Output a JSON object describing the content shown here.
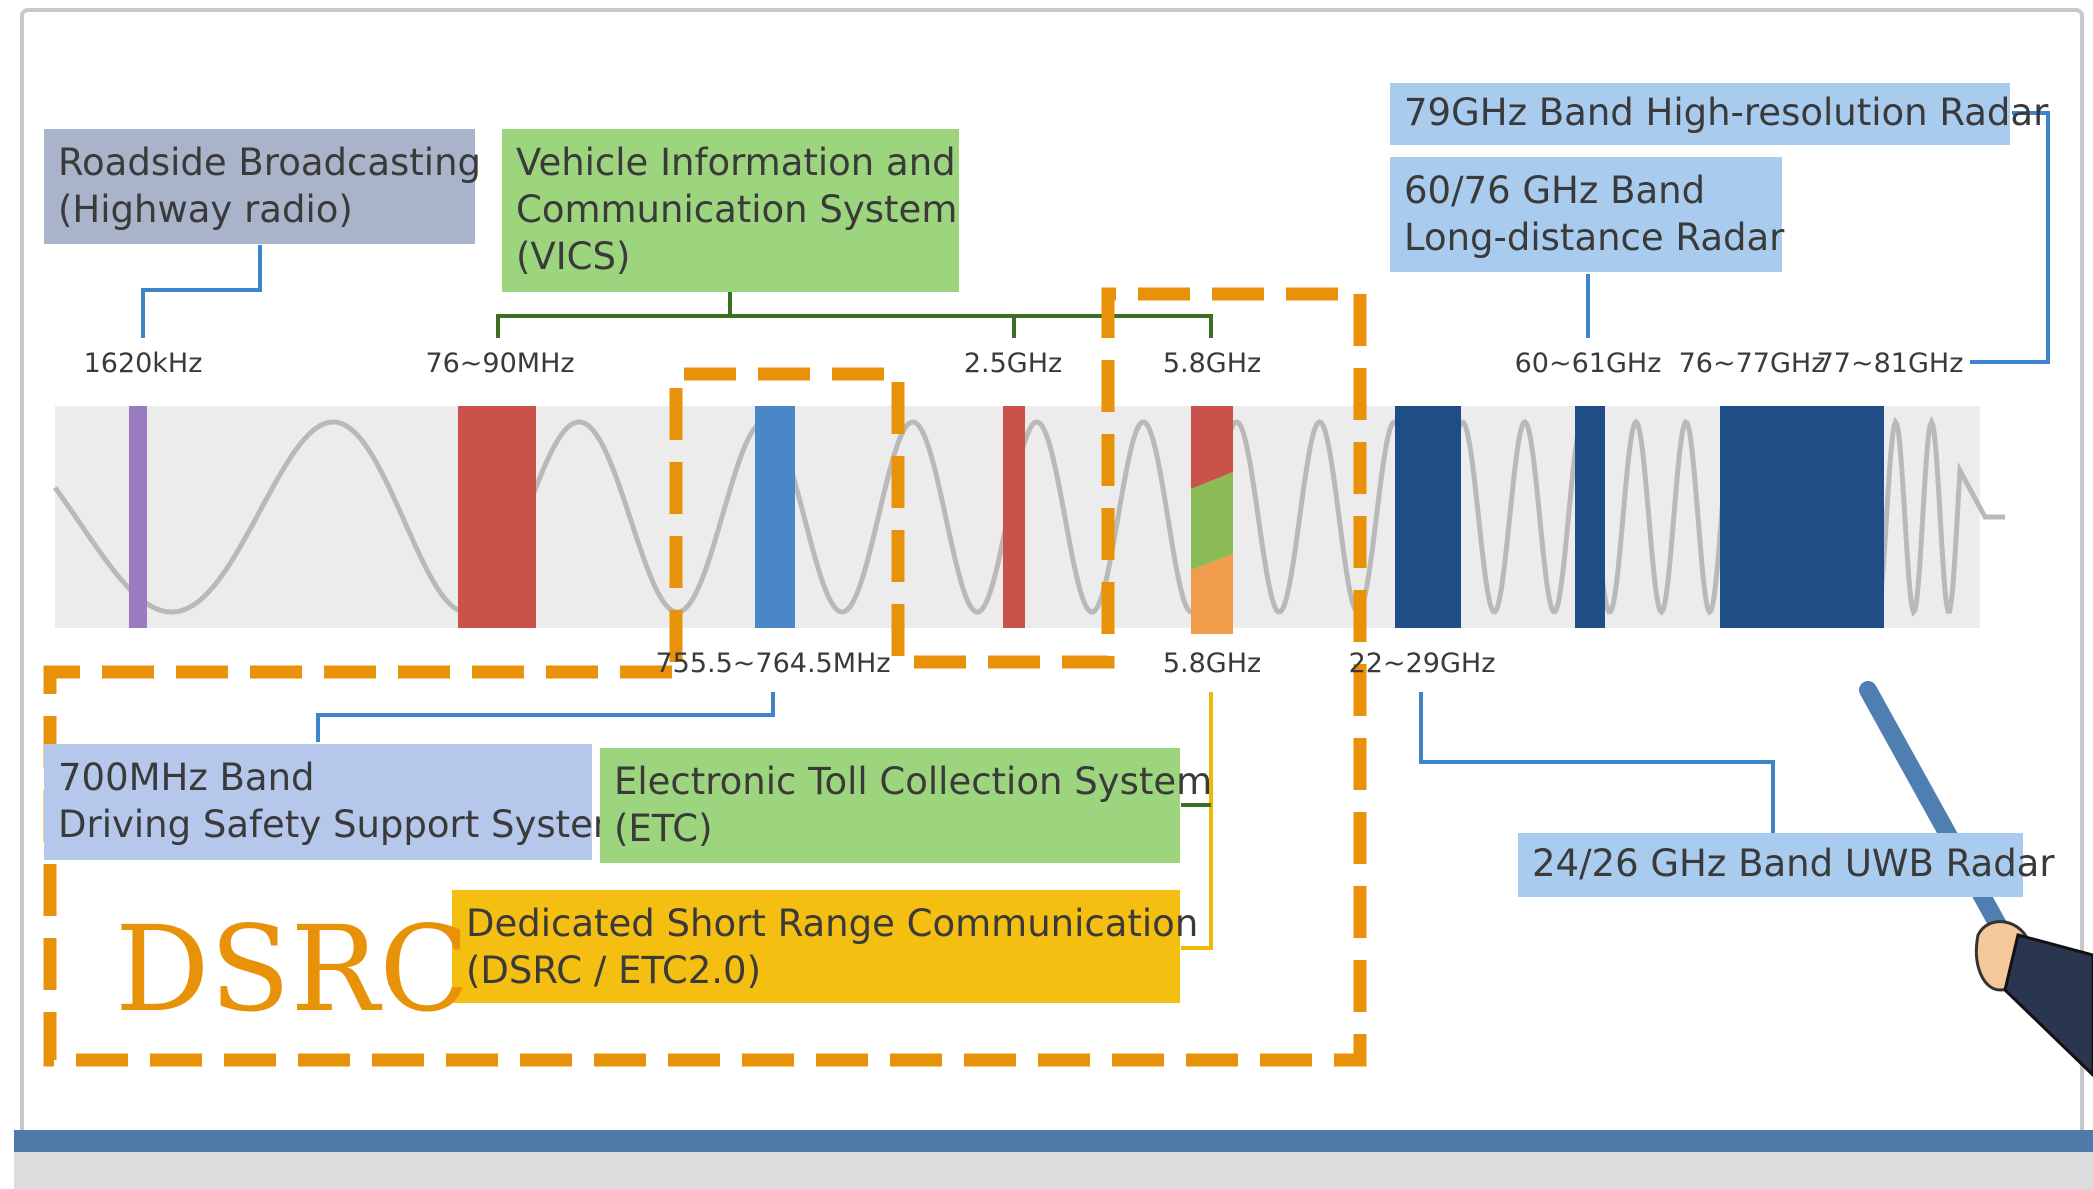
{
  "labels": {
    "roadside": [
      "Roadside Broadcasting",
      "(Highway radio)"
    ],
    "vics": [
      "Vehicle Information and",
      "Communication System",
      "(VICS)"
    ],
    "radar79": [
      "79GHz Band High-resolution Radar"
    ],
    "radar6076": [
      "60/76 GHz Band",
      "Long-distance Radar"
    ],
    "band700": [
      "700MHz Band",
      "Driving Safety Support System"
    ],
    "etc": [
      "Electronic Toll Collection System",
      "(ETC)"
    ],
    "dsrc_box": [
      "Dedicated Short Range Communication",
      "(DSRC / ETC2.0)"
    ],
    "uwb": [
      "24/26 GHz Band UWB Radar"
    ]
  },
  "frequencies": {
    "f1620": "1620kHz",
    "f7690": "76~90MHz",
    "f25": "2.5GHz",
    "f58_top": "5.8GHz",
    "f6061": "60~61GHz",
    "f7677": "76~77GHz",
    "f7781": "77~81GHz",
    "f7555": "755.5~764.5MHz",
    "f58_bottom": "5.8GHz",
    "f2229": "22~29GHz"
  },
  "overlay_label": "DSRC",
  "colors": {
    "accent_orange": "#e8920a",
    "connector_blue": "#3d85c8",
    "connector_green": "#3a6f24",
    "connector_yellow": "#f2b705",
    "band_purple": "#9a7bbe",
    "band_red": "#c9534a",
    "band_blue": "#4a87c7",
    "band_navy": "#1f4e86",
    "band_green": "#8bbb57",
    "band_orange": "#ef9c4c"
  }
}
